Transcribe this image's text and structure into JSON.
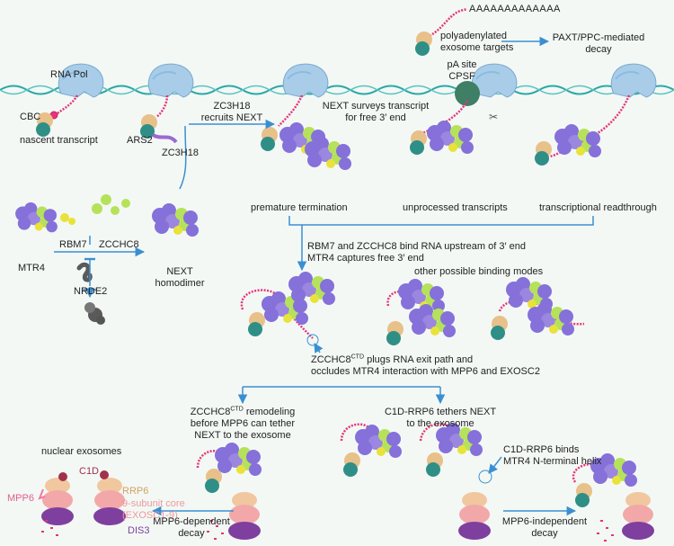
{
  "colors": {
    "rna_pol": "#a9cde9",
    "dna": "#2aa9a6",
    "rna_strand": "#e6337a",
    "cbc": "#e8c08a",
    "ars2": "#2f8f87",
    "zc3h18": "#9b6ad1",
    "mtr4": "#8571d9",
    "zcchc8": "#b5e25a",
    "rbm7": "#e8e23a",
    "nrde2": "#5a5a5a",
    "cpsf": "#3e7f66",
    "c1d": "#a1324a",
    "rrp6": "#f1c7a0",
    "core": "#f2a8a8",
    "dis3": "#7f3f9e",
    "mpp6": "#ef7aa6",
    "arrow": "#3a8fd1"
  },
  "labels": {
    "rna_pol": "RNA Pol",
    "cbc": "CBC",
    "nascent": "nascent transcript",
    "ars2": "ARS2",
    "zc3h18": "ZC3H18",
    "zc3h18_recruits": "ZC3H18",
    "recruits_next": "recruits NEXT",
    "surveys_1": "NEXT surveys transcript",
    "surveys_2": "for free 3′ end",
    "polya": "AAAAAAAAAAAAA",
    "polya_targets_1": "polyadenylated",
    "polya_targets_2": "exosome targets",
    "paxt_1": "PAXT/PPC-mediated",
    "paxt_2": "decay",
    "pa_site": "pA site",
    "cpsf": "CPSF",
    "premature": "premature termination",
    "unprocessed": "unprocessed transcripts",
    "readthrough": "transcriptional readthrough",
    "mtr4": "MTR4",
    "rbm7": "RBM7",
    "zcchc8": "ZCCHC8",
    "nrde2": "NRDE2",
    "next_homodimer_1": "NEXT",
    "next_homodimer_2": "homodimer",
    "bind_1": "RBM7 and ZCCHC8 bind RNA upstream of 3′ end",
    "bind_2": "MTR4 captures free 3′ end",
    "other_modes": "other possible binding modes",
    "plugs_1a": "ZCCHC8",
    "plugs_1sup": "CTD",
    "plugs_1b": " plugs RNA exit path and",
    "plugs_2": "occludes MTR4 interaction with MPP6 and EXOSC2",
    "remodel_1a": "ZCCHC8",
    "remodel_1sup": "CTD",
    "remodel_1b": " remodeling",
    "remodel_2": "before MPP6 can tether",
    "remodel_3": "NEXT to the exosome",
    "tethers_1": "C1D-RRP6 tethers NEXT",
    "tethers_2": "to the exosome",
    "nuclear_exosomes": "nuclear exosomes",
    "c1d": "C1D",
    "mpp6": "MPP6",
    "rrp6": "RRP6",
    "core_1": "9-subunit core",
    "core_2": "(EXOSC1-9)",
    "dis3": "DIS3",
    "c1d_binds_1": "C1D-RRP6 binds",
    "c1d_binds_2": "MTR4 N-terminal helix",
    "mpp6_dep_1": "MPP6-dependent",
    "mpp6_dep_2": "decay",
    "mpp6_indep_1": "MPP6-independent",
    "mpp6_indep_2": "decay"
  }
}
